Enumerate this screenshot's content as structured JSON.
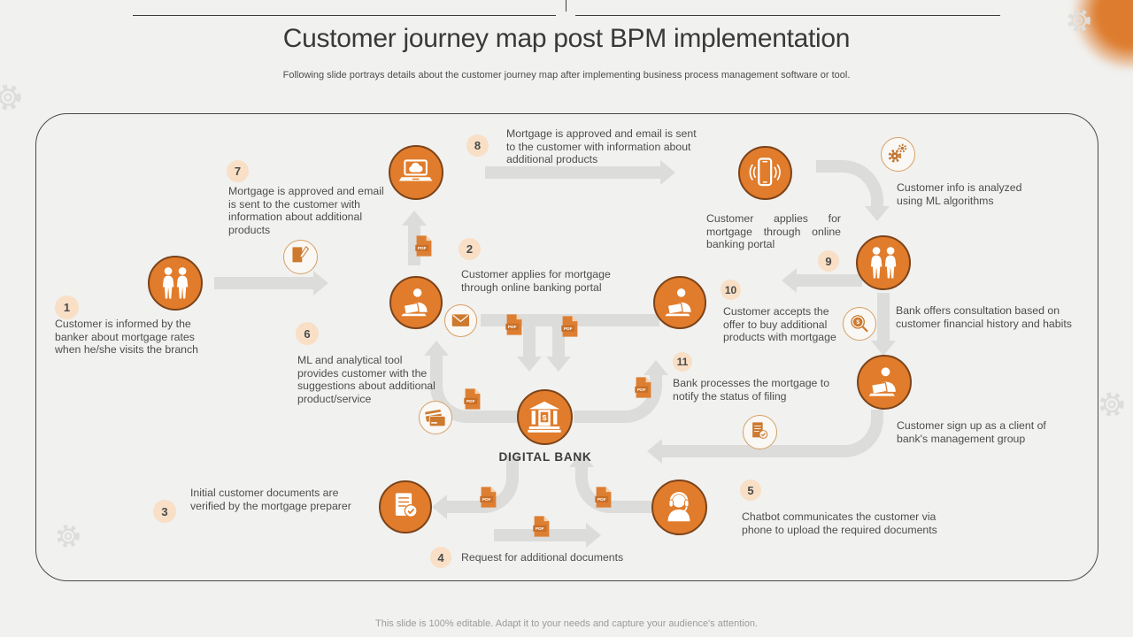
{
  "slide": {
    "title": "Customer journey map post BPM implementation",
    "subtitle": "Following slide portrays details about the customer journey map after implementing business process management software or tool.",
    "footer": "This slide is 100% editable. Adapt it to your needs and capture your audience's attention.",
    "center_label": "DIGITAL BANK"
  },
  "steps": [
    {
      "num": "1",
      "text": "Customer is informed by the banker about mortgage rates when he/she visits the branch"
    },
    {
      "num": "2",
      "text": "Customer applies for mortgage through online banking portal"
    },
    {
      "num": "3",
      "text": "Initial customer documents are verified by the mortgage preparer"
    },
    {
      "num": "4",
      "text": "Request for additional documents"
    },
    {
      "num": "5",
      "text": "Chatbot communicates the customer via phone to upload the required documents"
    },
    {
      "num": "6",
      "text": "ML and analytical tool provides customer with the suggestions about additional product/service"
    },
    {
      "num": "7",
      "text": "Mortgage is approved and email is sent to the customer with information about additional products"
    },
    {
      "num": "8",
      "text": "Mortgage is approved and email is sent to the customer with information about additional products"
    },
    {
      "num": "9",
      "text": "Customer applies for mortgage through online banking portal"
    },
    {
      "num": "10",
      "text": "Customer accepts the offer to buy additional products with mortgage"
    },
    {
      "num": "11",
      "text": "Bank processes the mortgage to notify the status of filing"
    }
  ],
  "annotations": {
    "ml": {
      "text": "Customer info is analyzed using ML algorithms"
    },
    "consult": {
      "text": "Bank offers consultation based on customer financial history and habits"
    },
    "signup": {
      "text": "Customer sign up as a client of bank's management group"
    }
  },
  "pdf_label": "PDF",
  "bank_symbol": "$",
  "coin_symbol": "$",
  "icons": {
    "two-people-icon": "two person silhouettes talking",
    "laptop-cloud-icon": "laptop with cloud sync on screen",
    "person-laptop-icon": "person working on laptop",
    "smartphone-icon": "smartphone with signal waves",
    "bank-icon": "bank building with dollar sign",
    "document-check-icon": "document with check mark",
    "headset-agent-icon": "support agent with headset",
    "gears-icon": "two machine gears",
    "document-pen-icon": "document with pencil",
    "envelope-icon": "mail envelope",
    "credit-card-icon": "credit cards",
    "magnifier-coin-icon": "magnifier over coin",
    "pdf-icon": "PDF file page",
    "gear-icon": "decorative gear outline"
  },
  "colors": {
    "accent_orange": "#e07c2b",
    "icon_border_brown": "#7c431a",
    "badge_bg": "#f8dfc6",
    "arrow_gray": "#dcdcda",
    "background": "#f1f1ef",
    "text_gray": "#4d4d4d"
  }
}
